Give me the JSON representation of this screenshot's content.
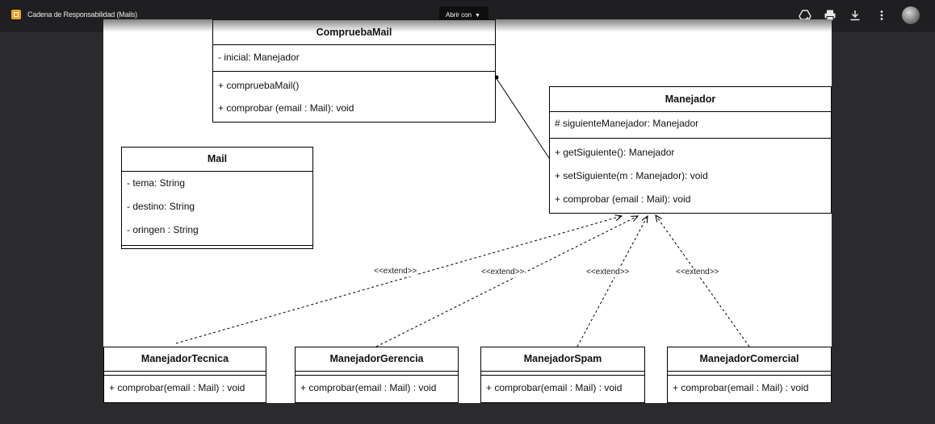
{
  "viewer": {
    "doc_title": "Cadena de Responsabilidad (Mails)",
    "open_with_label": "Abrir con",
    "actions": [
      "add-to-drive-icon",
      "print-icon",
      "download-icon",
      "more-vert-icon"
    ]
  },
  "diagram": {
    "classes": {
      "comprueba_mail": {
        "name": "CompruebaMail",
        "attributes": [
          "- inicial: Manejador"
        ],
        "methods": [
          "+ compruebaMail()",
          "+ comprobar (email : Mail): void"
        ]
      },
      "manejador": {
        "name": "Manejador",
        "attributes": [
          "# siguienteManejador: Manejador"
        ],
        "methods": [
          "+ getSiguiente(): Manejador",
          "+ setSiguiente(m : Manejador): void",
          "+ comprobar (email : Mail): void"
        ]
      },
      "mail": {
        "name": "Mail",
        "attributes": [
          "- tema: String",
          "- destino: String",
          "- oringen : String"
        ],
        "methods": []
      },
      "manejador_tecnica": {
        "name": "ManejadorTecnica",
        "methods": [
          "+ comprobar(email : Mail) : void"
        ]
      },
      "manejador_gerencia": {
        "name": "ManejadorGerencia",
        "methods": [
          "+ comprobar(email : Mail) : void"
        ]
      },
      "manejador_spam": {
        "name": "ManejadorSpam",
        "methods": [
          "+ comprobar(email : Mail) : void"
        ]
      },
      "manejador_comercial": {
        "name": "ManejadorComercial",
        "methods": [
          "+ comprobar(email : Mail) : void"
        ]
      }
    },
    "relations": {
      "extend_label": "<<extend>>"
    }
  }
}
